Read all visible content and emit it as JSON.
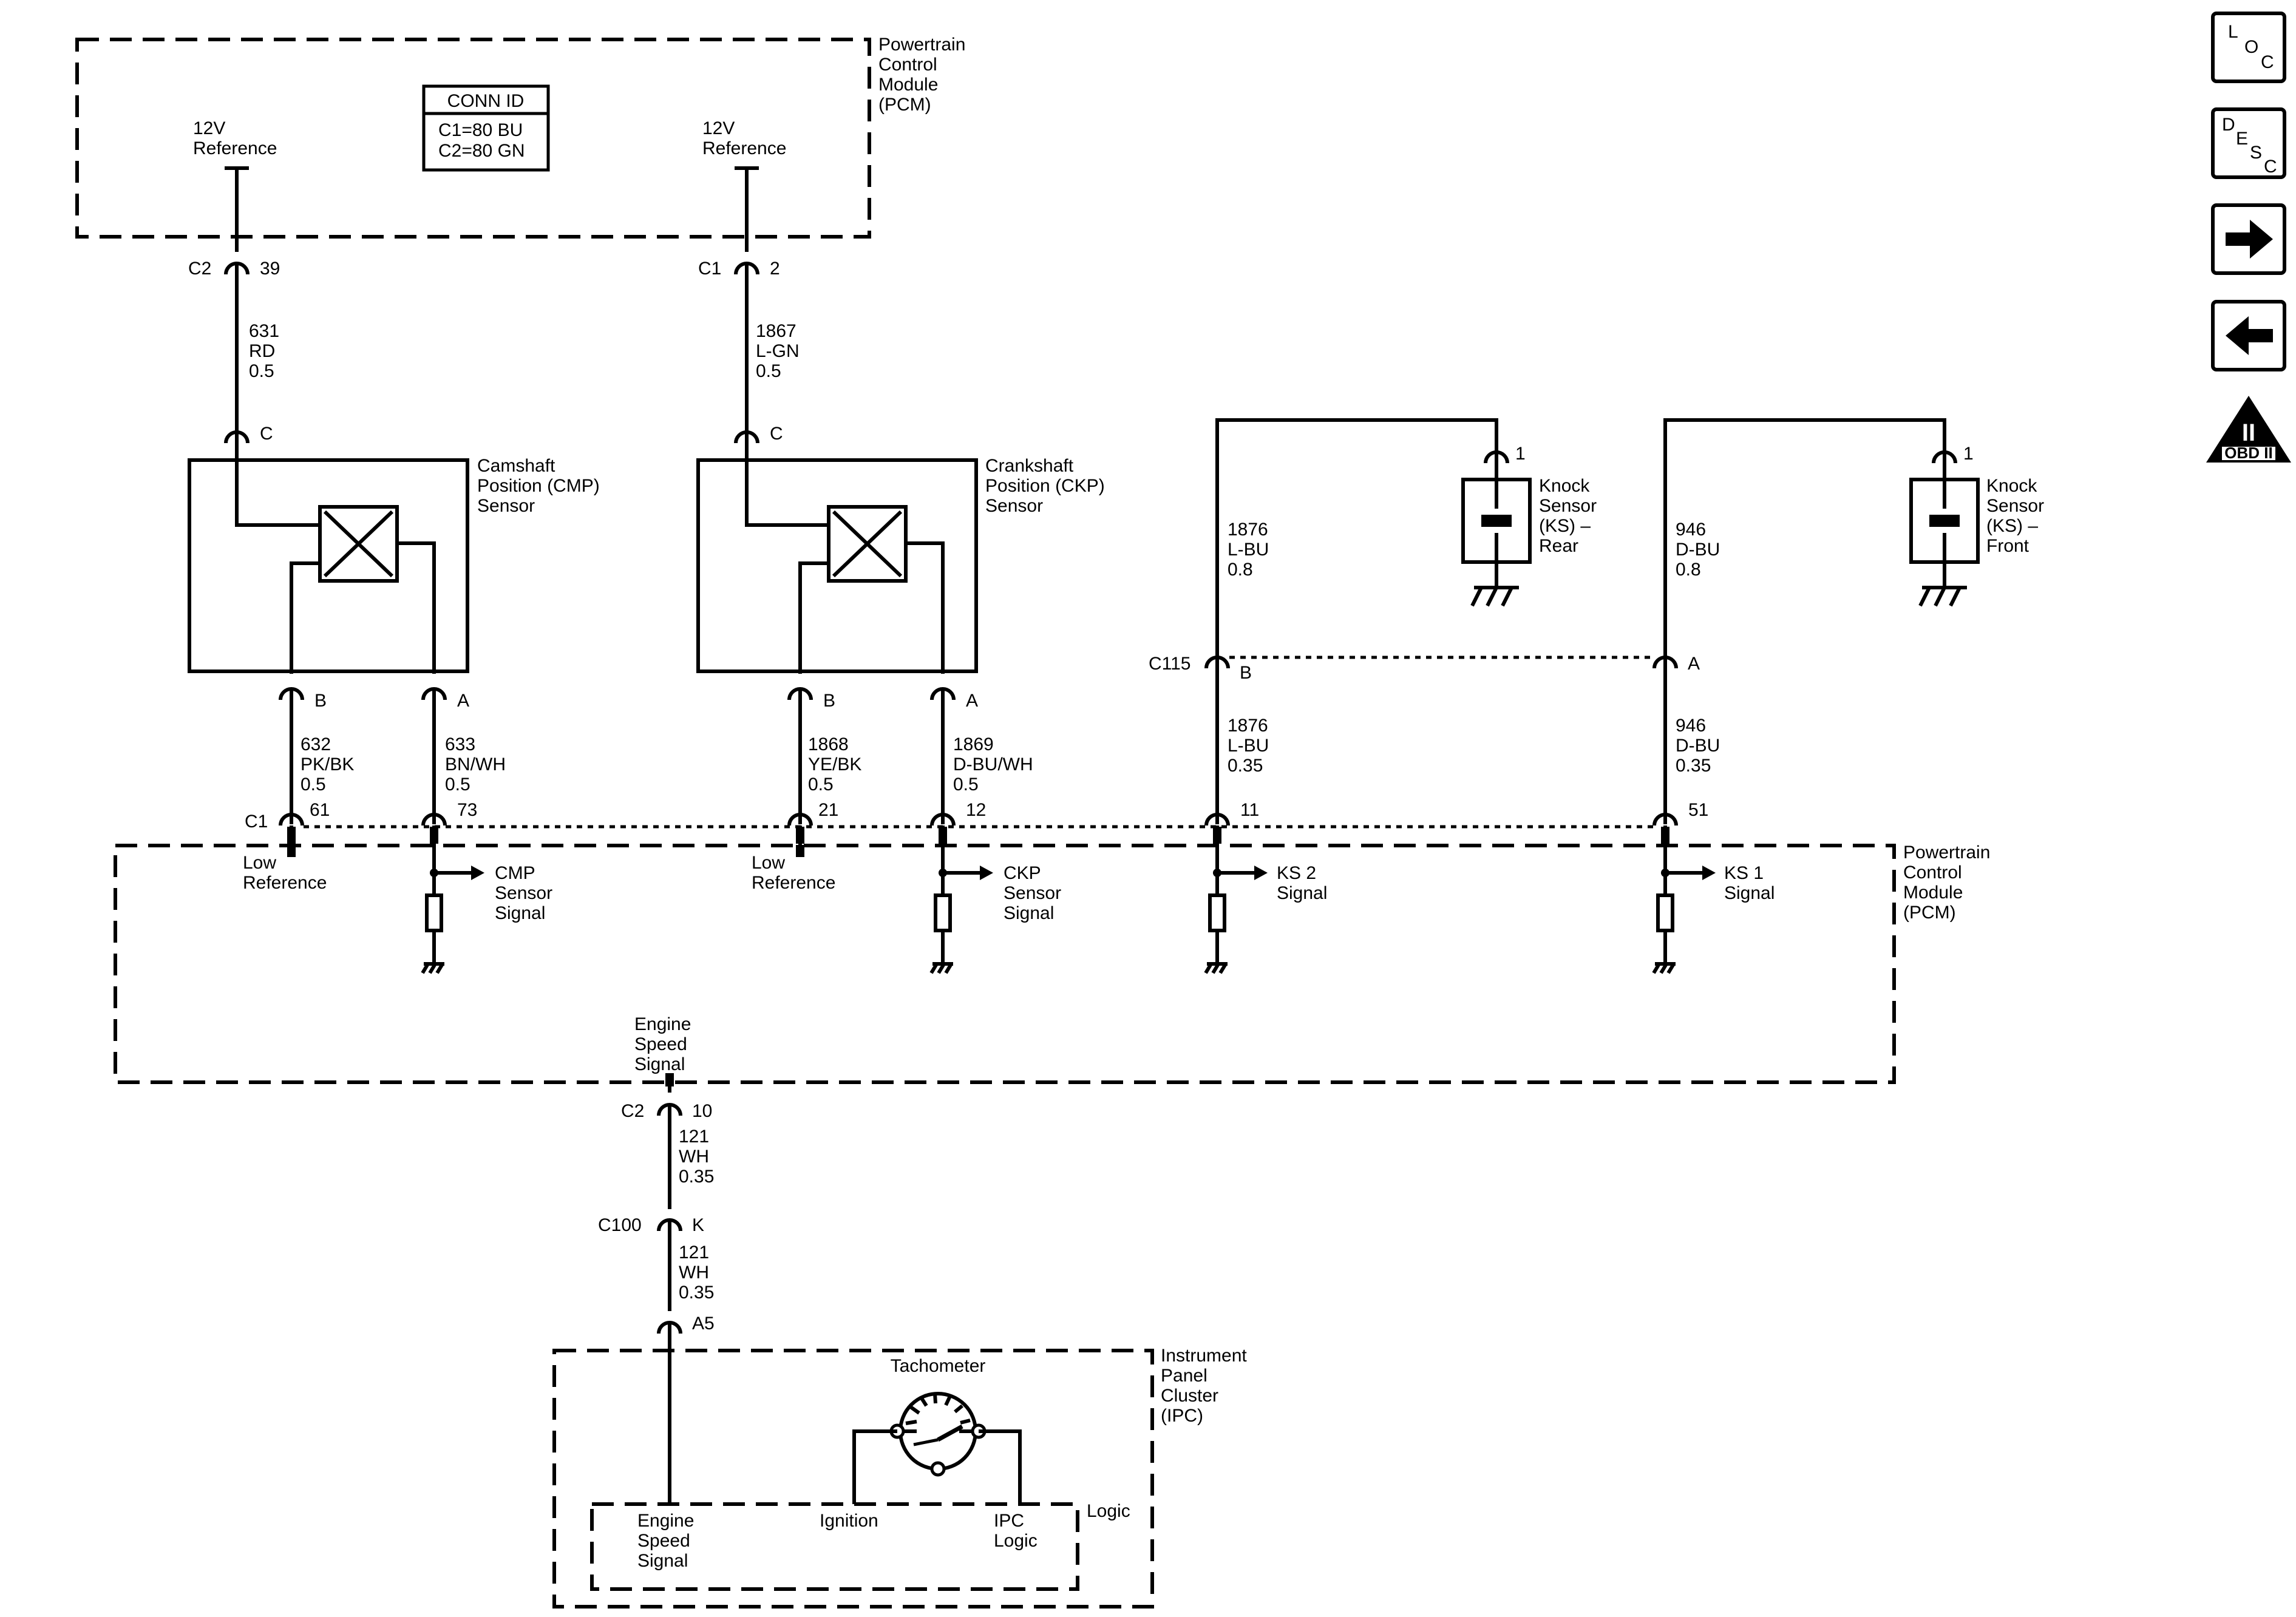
{
  "modules": {
    "pcm_top": [
      "Powertrain",
      "Control",
      "Module",
      "(PCM)"
    ],
    "pcm_main": [
      "Powertrain",
      "Control",
      "Module",
      "(PCM)"
    ],
    "ipc": [
      "Instrument",
      "Panel",
      "Cluster",
      "(IPC)"
    ]
  },
  "conn_id": {
    "title": "CONN ID",
    "lines": [
      "C1=80 BU",
      "C2=80 GN"
    ]
  },
  "ref_left": [
    "12V",
    "Reference"
  ],
  "ref_right": [
    "12V",
    "Reference"
  ],
  "connectors": {
    "c2_39": {
      "id": "C2",
      "pin": "39"
    },
    "c1_2": {
      "id": "C1",
      "pin": "2"
    },
    "cmp_c": {
      "pin": "C"
    },
    "ckp_c": {
      "pin": "C"
    },
    "cmp_b": {
      "pin": "B"
    },
    "cmp_a": {
      "pin": "A"
    },
    "ckp_b": {
      "pin": "B"
    },
    "ckp_a": {
      "pin": "A"
    },
    "c115_b": {
      "id": "C115",
      "pin": "B"
    },
    "c115_a": {
      "pin": "A"
    },
    "ks_rear_1": {
      "pin": "1"
    },
    "ks_front_1": {
      "pin": "1"
    },
    "pcm_61": {
      "id": "C1",
      "pin": "61"
    },
    "pcm_73": {
      "pin": "73"
    },
    "pcm_21": {
      "pin": "21"
    },
    "pcm_12": {
      "pin": "12"
    },
    "pcm_11": {
      "pin": "11"
    },
    "pcm_51": {
      "pin": "51"
    },
    "c2_10": {
      "id": "C2",
      "pin": "10"
    },
    "c100_k": {
      "id": "C100",
      "pin": "K"
    },
    "ipc_a5": {
      "pin": "A5"
    }
  },
  "wires": {
    "w631": [
      "631",
      "RD",
      "0.5"
    ],
    "w1867": [
      "1867",
      "L-GN",
      "0.5"
    ],
    "w632": [
      "632",
      "PK/BK",
      "0.5"
    ],
    "w633": [
      "633",
      "BN/WH",
      "0.5"
    ],
    "w1868": [
      "1868",
      "YE/BK",
      "0.5"
    ],
    "w1869": [
      "1869",
      "D-BU/WH",
      "0.5"
    ],
    "w1876a": [
      "1876",
      "L-BU",
      "0.8"
    ],
    "w1876b": [
      "1876",
      "L-BU",
      "0.35"
    ],
    "w946a": [
      "946",
      "D-BU",
      "0.8"
    ],
    "w946b": [
      "946",
      "D-BU",
      "0.35"
    ],
    "w121a": [
      "121",
      "WH",
      "0.35"
    ],
    "w121b": [
      "121",
      "WH",
      "0.35"
    ]
  },
  "sensors": {
    "cmp": [
      "Camshaft",
      "Position (CMP)",
      "Sensor"
    ],
    "ckp": [
      "Crankshaft",
      "Position (CKP)",
      "Sensor"
    ],
    "ks_rear": [
      "Knock",
      "Sensor",
      "(KS) –",
      "Rear"
    ],
    "ks_front": [
      "Knock",
      "Sensor",
      "(KS) –",
      "Front"
    ]
  },
  "pcm_signals": {
    "low_ref_1": [
      "Low",
      "Reference"
    ],
    "cmp_signal": [
      "CMP",
      "Sensor",
      "Signal"
    ],
    "low_ref_2": [
      "Low",
      "Reference"
    ],
    "ckp_signal": [
      "CKP",
      "Sensor",
      "Signal"
    ],
    "ks2_signal": [
      "KS 2",
      "Signal"
    ],
    "ks1_signal": [
      "KS 1",
      "Signal"
    ],
    "engine_speed": [
      "Engine",
      "Speed",
      "Signal"
    ]
  },
  "ipc": {
    "tachometer": "Tachometer",
    "logic": "Logic",
    "engine_speed": [
      "Engine",
      "Speed",
      "Signal"
    ],
    "ignition": "Ignition",
    "ipc_logic": [
      "IPC",
      "Logic"
    ]
  },
  "nav": {
    "loc": [
      "L",
      "O",
      "C"
    ],
    "desc": [
      "D",
      "E",
      "S",
      "C"
    ],
    "obd_symbol": "II",
    "obd_label": "OBD II",
    "next_icon": "arrow-right-icon",
    "prev_icon": "arrow-left-icon"
  }
}
